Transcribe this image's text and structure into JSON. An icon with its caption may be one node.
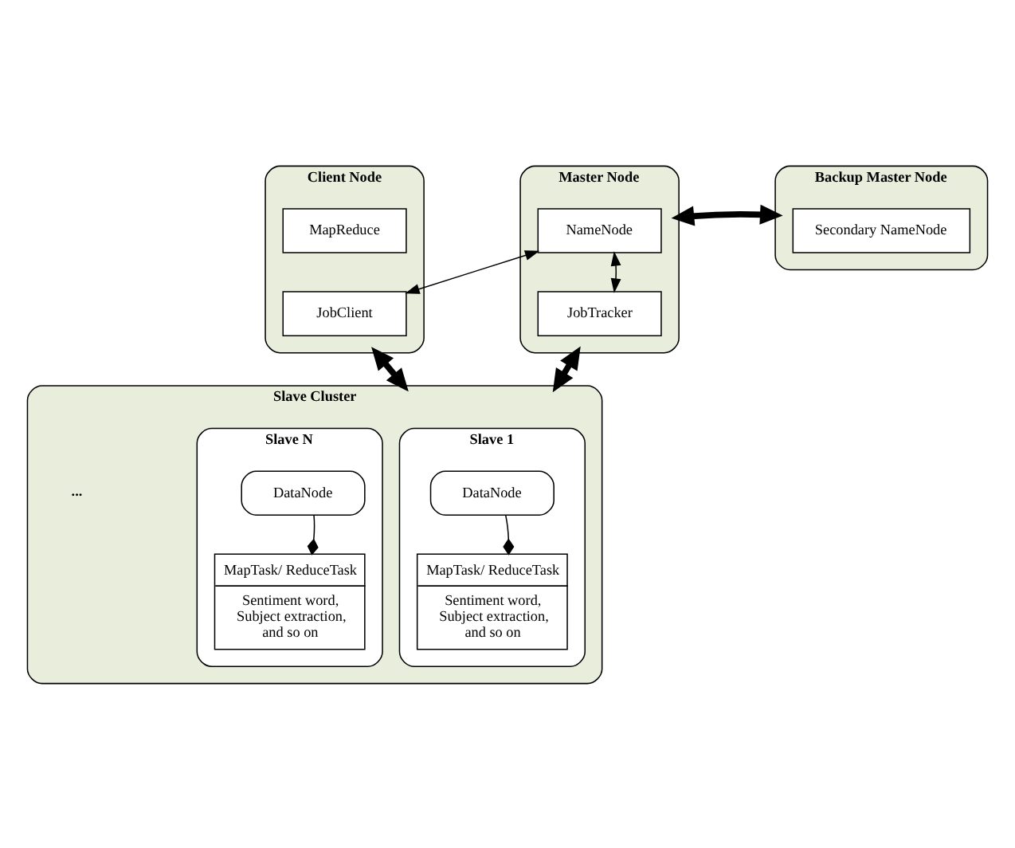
{
  "diagram": {
    "nodes": [
      {
        "text": [
          "Client Node"
        ]
      },
      {
        "text": [
          "MapReduce"
        ],
        "in": 0
      },
      {
        "text": [
          "JobClient"
        ],
        "in": 0
      },
      {
        "text": [
          "Master Node"
        ]
      },
      {
        "text": [
          "NameNode"
        ],
        "in": 3
      },
      {
        "text": [
          "JobTracker"
        ],
        "in": 3
      },
      {
        "text": [
          "Backup Master Node"
        ]
      },
      {
        "text": [
          "Secondary NameNode"
        ],
        "in": 6
      },
      {
        "text": [
          "Slave Cluster"
        ]
      },
      {
        "text": [
          "Slave 1"
        ],
        "in": 8
      },
      {
        "text": [
          "DataNode"
        ],
        "in": 9
      },
      {
        "text": [
          "MapTask/ ReduceTask",
          "Sentiment word, Subject extraction, and so on"
        ],
        "in": 9
      },
      {
        "text": [
          "Slave N"
        ],
        "in": 8
      },
      {
        "text": [
          "DataNode"
        ],
        "in": 12
      },
      {
        "text": [
          "MapTask/ ReduceTask",
          "Sentiment word, Subject extraction, and so on"
        ],
        "in": 12
      }
    ],
    "edges": [
      {
        "from": 2,
        "to": 4,
        "arrow": "both"
      },
      {
        "from": 4,
        "to": 5,
        "arrow": "both"
      },
      {
        "from": 3,
        "to": 6,
        "arrow": "both",
        "style": "thick"
      },
      {
        "from": 0,
        "to": 8,
        "arrow": "both",
        "style": "thick"
      },
      {
        "from": 3,
        "to": 8,
        "arrow": "both",
        "style": "thick"
      },
      {
        "from": 10,
        "to": 11,
        "arrow": "other"
      },
      {
        "from": 13,
        "to": 14,
        "arrow": "other"
      }
    ],
    "labels": [
      "..."
    ]
  }
}
